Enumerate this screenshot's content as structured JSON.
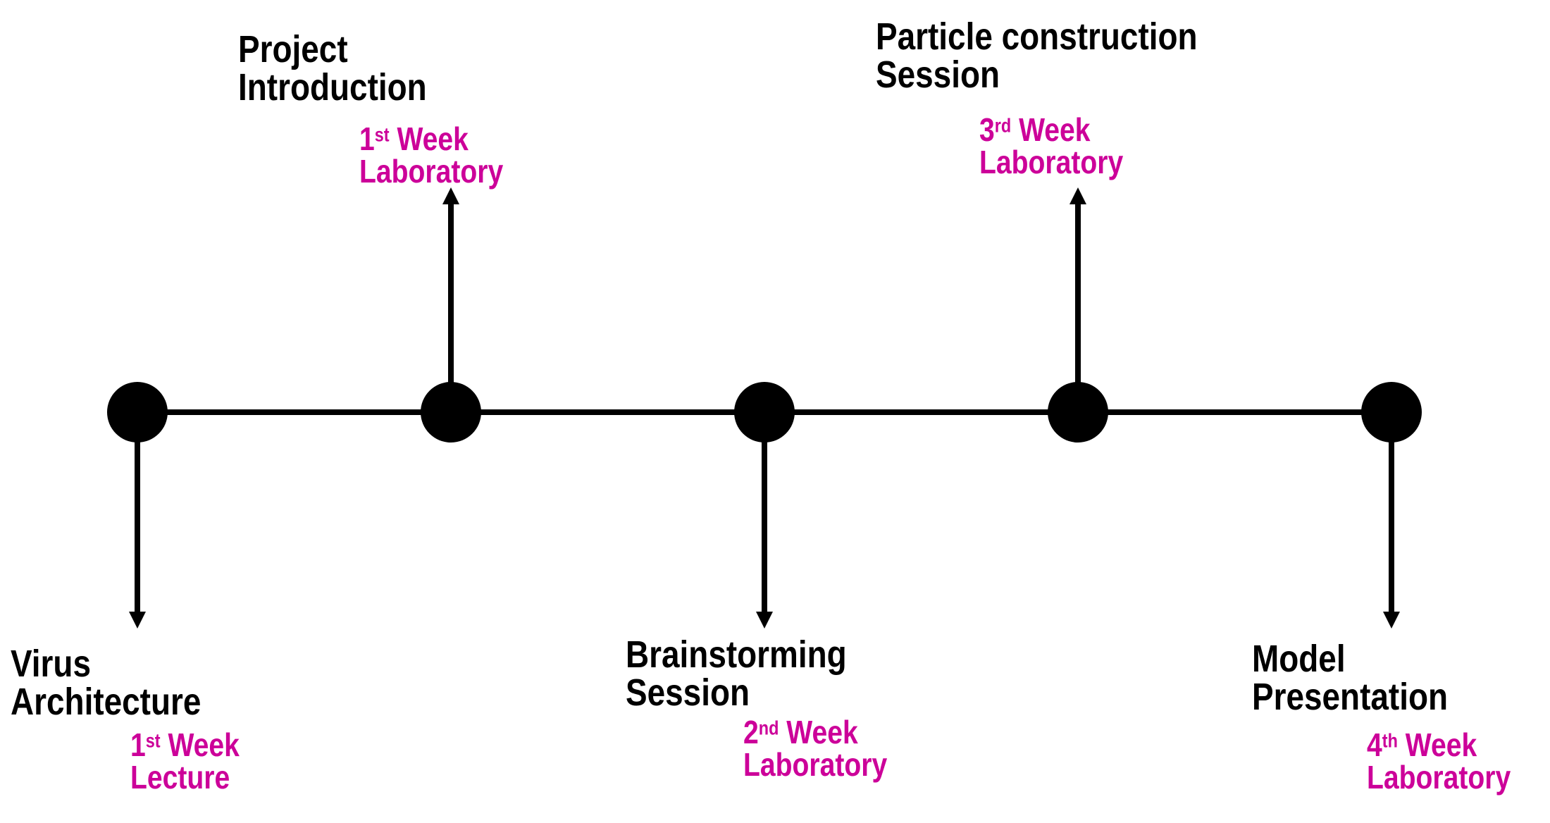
{
  "colors": {
    "accent": "#CC0099",
    "line": "#000000",
    "background": "#FFFFFF"
  },
  "events": [
    {
      "name": "virus-architecture",
      "direction": "down",
      "title_line1": "Virus",
      "title_line2": "Architecture",
      "week_number": "1",
      "week_suffix": "st",
      "week_word": "Week",
      "session": "Lecture"
    },
    {
      "name": "project-introduction",
      "direction": "up",
      "title_line1": "Project",
      "title_line2": "Introduction",
      "week_number": "1",
      "week_suffix": "st",
      "week_word": "Week",
      "session": "Laboratory"
    },
    {
      "name": "brainstorming-session",
      "direction": "down",
      "title_line1": "Brainstorming",
      "title_line2": "Session",
      "week_number": "2",
      "week_suffix": "nd",
      "week_word": "Week",
      "session": "Laboratory"
    },
    {
      "name": "particle-construction-session",
      "direction": "up",
      "title_line1": "Particle construction",
      "title_line2": "Session",
      "week_number": "3",
      "week_suffix": "rd",
      "week_word": "Week",
      "session": "Laboratory"
    },
    {
      "name": "model-presentation",
      "direction": "down",
      "title_line1": "Model",
      "title_line2": "Presentation",
      "week_number": "4",
      "week_suffix": "th",
      "week_word": "Week",
      "session": "Laboratory"
    }
  ]
}
